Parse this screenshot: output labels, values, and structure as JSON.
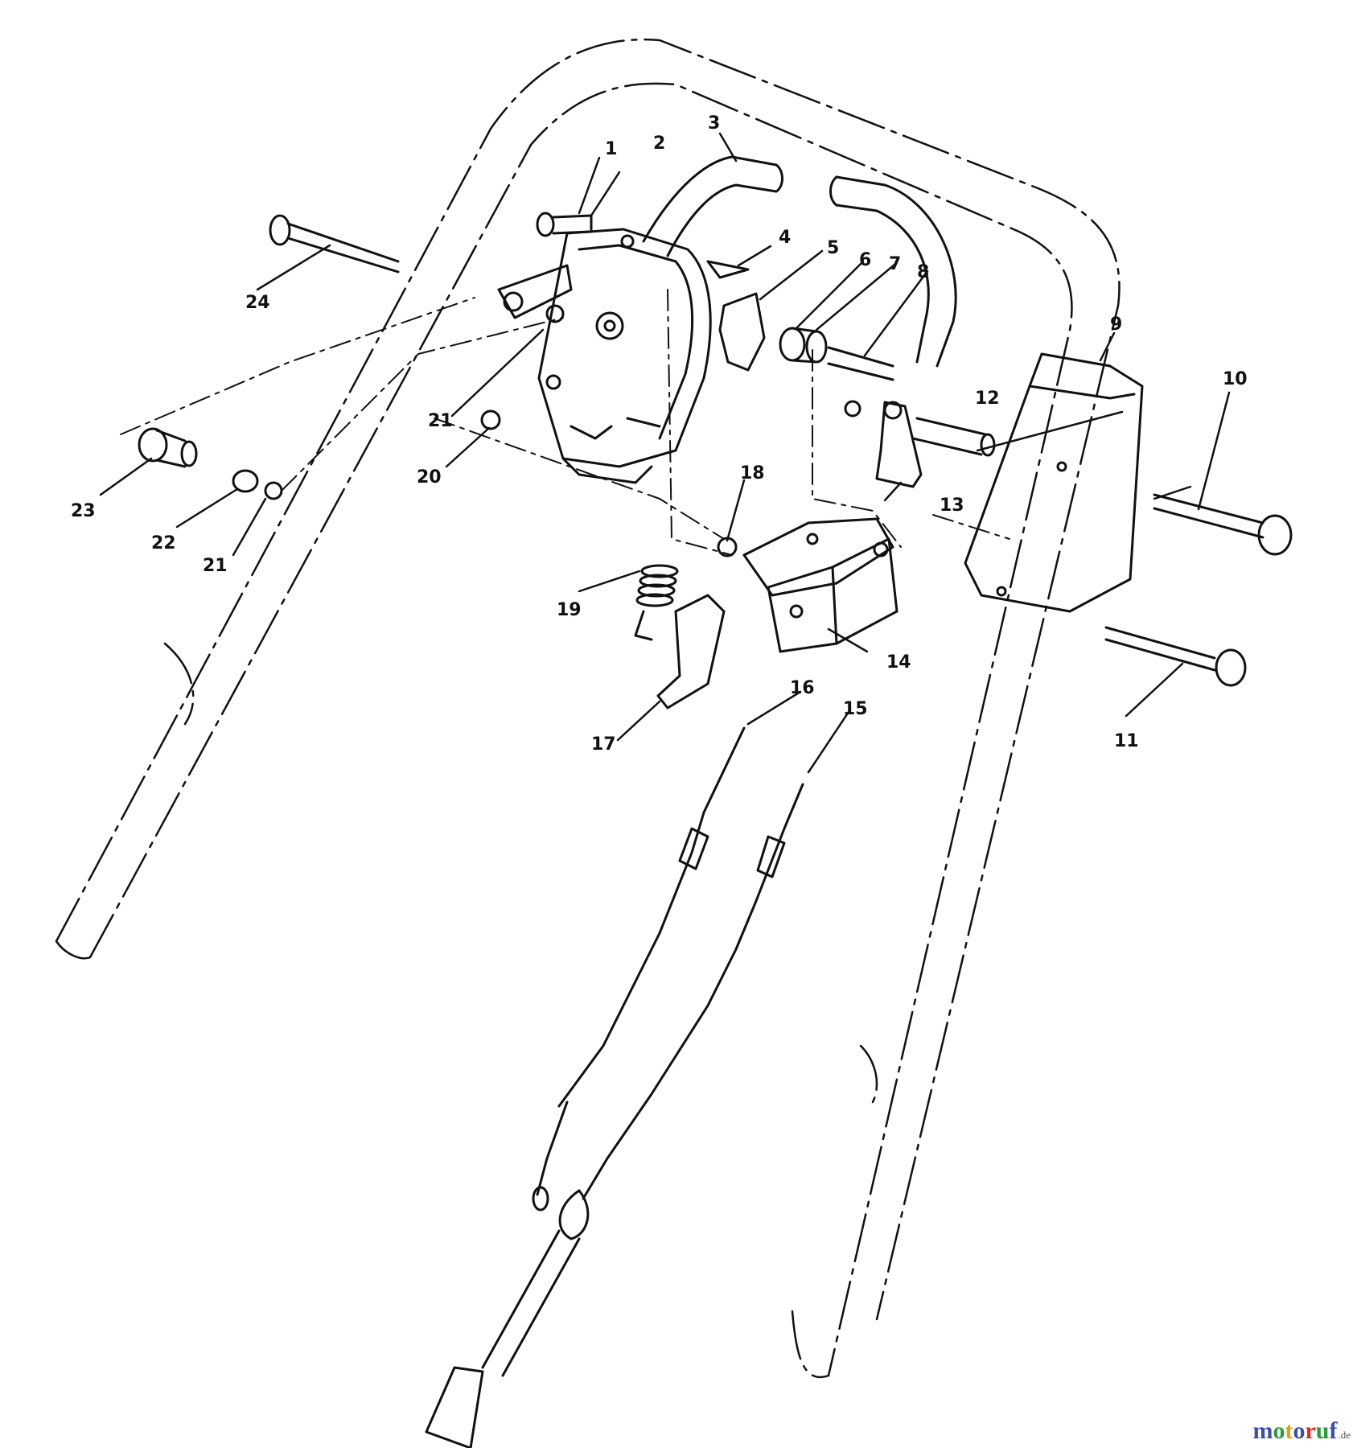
{
  "diagram": {
    "labels": [
      {
        "id": "1",
        "text": "1"
      },
      {
        "id": "2",
        "text": "2"
      },
      {
        "id": "3",
        "text": "3"
      },
      {
        "id": "4",
        "text": "4"
      },
      {
        "id": "5",
        "text": "5"
      },
      {
        "id": "6",
        "text": "6"
      },
      {
        "id": "7",
        "text": "7"
      },
      {
        "id": "8",
        "text": "8"
      },
      {
        "id": "9",
        "text": "9"
      },
      {
        "id": "10",
        "text": "10"
      },
      {
        "id": "11",
        "text": "11"
      },
      {
        "id": "12",
        "text": "12"
      },
      {
        "id": "13",
        "text": "13"
      },
      {
        "id": "14",
        "text": "14"
      },
      {
        "id": "15",
        "text": "15"
      },
      {
        "id": "16",
        "text": "16"
      },
      {
        "id": "17",
        "text": "17"
      },
      {
        "id": "18",
        "text": "18"
      },
      {
        "id": "19",
        "text": "19"
      },
      {
        "id": "20",
        "text": "20"
      },
      {
        "id": "21a",
        "text": "21"
      },
      {
        "id": "21b",
        "text": "21"
      },
      {
        "id": "22",
        "text": "22"
      },
      {
        "id": "23",
        "text": "23"
      },
      {
        "id": "24",
        "text": "24"
      }
    ]
  },
  "watermark": {
    "letters": [
      "m",
      "o",
      "t",
      "o",
      "r",
      "u",
      "f"
    ],
    "colors": [
      "#3b4ea8",
      "#2b9a3c",
      "#e0a012",
      "#3b4ea8",
      "#d42a2a",
      "#2b9a3c",
      "#3b4ea8"
    ],
    "suffix": ".de"
  }
}
